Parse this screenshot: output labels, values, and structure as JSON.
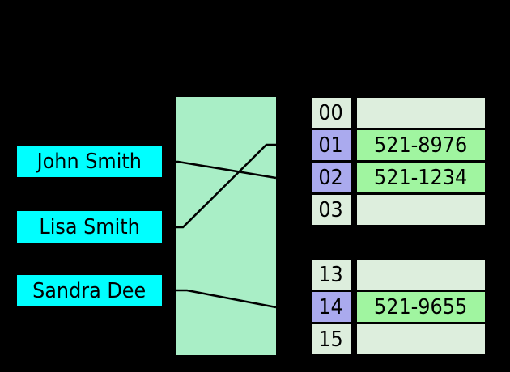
{
  "colors": {
    "background": "#000000",
    "key_fill": "#00ffff",
    "hash_fill": "#a9eec6",
    "index_highlight": "#aaaaee",
    "cell_light": "#ddeedd",
    "value_highlight": "#a0f5a0",
    "text": "#000000",
    "line": "#000000"
  },
  "keys": [
    {
      "label": "John Smith"
    },
    {
      "label": "Lisa Smith"
    },
    {
      "label": "Sandra Dee"
    }
  ],
  "mappings": [
    {
      "from": "John Smith",
      "to_index": "02"
    },
    {
      "from": "Lisa Smith",
      "to_index": "01"
    },
    {
      "from": "Sandra Dee",
      "to_index": "14"
    }
  ],
  "buckets": {
    "groups": [
      {
        "rows": [
          {
            "index": "00",
            "value": "",
            "highlighted": false
          },
          {
            "index": "01",
            "value": "521-8976",
            "highlighted": true
          },
          {
            "index": "02",
            "value": "521-1234",
            "highlighted": true
          },
          {
            "index": "03",
            "value": "",
            "highlighted": false
          }
        ]
      },
      {
        "rows": [
          {
            "index": "13",
            "value": "",
            "highlighted": false
          },
          {
            "index": "14",
            "value": "521-9655",
            "highlighted": true
          },
          {
            "index": "15",
            "value": "",
            "highlighted": false
          }
        ]
      }
    ]
  }
}
